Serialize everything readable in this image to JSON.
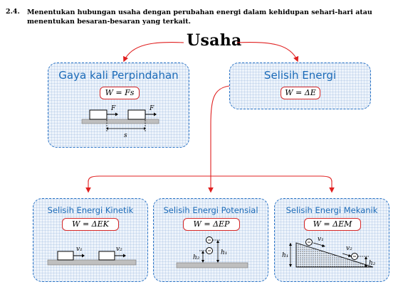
{
  "heading": {
    "number": "2.4.",
    "text": "Menentukan hubungan usaha dengan perubahan energi dalam kehidupan sehari-hari atau menentukan besaran-besaran yang terkait."
  },
  "root": {
    "label": "Usaha"
  },
  "cards": {
    "gaya": {
      "title": "Gaya kali Perpindahan",
      "formula": "W = Fs",
      "force_label_1": "F",
      "force_label_2": "F",
      "displacement_label": "s"
    },
    "selisih": {
      "title": "Selisih Energi",
      "formula": "W = ΔE"
    },
    "kinetik": {
      "title": "Selisih Energi Kinetik",
      "formula": "W = ΔEK",
      "v1": "v₁",
      "v2": "v₂"
    },
    "potensial": {
      "title": "Selisih Energi Potensial",
      "formula": "W = ΔEP",
      "h1": "h₁",
      "h2": "h₂"
    },
    "mekanik": {
      "title": "Selisih Energi Mekanik",
      "formula": "W = ΔEM",
      "v1": "v₁",
      "v2": "v₂",
      "h1": "h₁",
      "h2": "h₂"
    }
  },
  "colors": {
    "card_border": "#2a74c6",
    "card_title": "#1c6bb8",
    "formula_border": "#d62828",
    "arrow": "#e02020"
  }
}
